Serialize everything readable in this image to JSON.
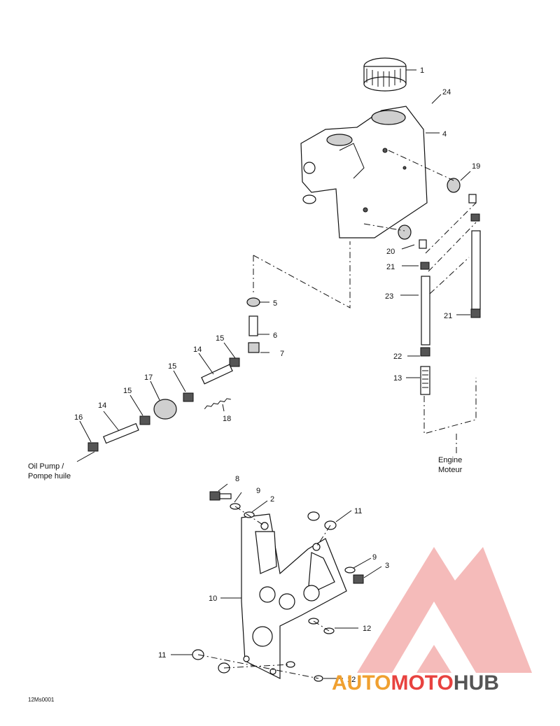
{
  "callouts": [
    {
      "id": "c1",
      "text": "1"
    },
    {
      "id": "c24",
      "text": "24"
    },
    {
      "id": "c4",
      "text": "4"
    },
    {
      "id": "c19",
      "text": "19"
    },
    {
      "id": "c20",
      "text": "20"
    },
    {
      "id": "c21a",
      "text": "21"
    },
    {
      "id": "c23",
      "text": "23"
    },
    {
      "id": "c21b",
      "text": "21"
    },
    {
      "id": "c5",
      "text": "5"
    },
    {
      "id": "c6",
      "text": "6"
    },
    {
      "id": "c7",
      "text": "7"
    },
    {
      "id": "c15a",
      "text": "15"
    },
    {
      "id": "c14a",
      "text": "14"
    },
    {
      "id": "c15b",
      "text": "15"
    },
    {
      "id": "c17",
      "text": "17"
    },
    {
      "id": "c15c",
      "text": "15"
    },
    {
      "id": "c14b",
      "text": "14"
    },
    {
      "id": "c16",
      "text": "16"
    },
    {
      "id": "c18",
      "text": "18"
    },
    {
      "id": "c22",
      "text": "22"
    },
    {
      "id": "c13",
      "text": "13"
    },
    {
      "id": "c8",
      "text": "8"
    },
    {
      "id": "c9a",
      "text": "9"
    },
    {
      "id": "c2",
      "text": "2"
    },
    {
      "id": "c11a",
      "text": "11"
    },
    {
      "id": "c9b",
      "text": "9"
    },
    {
      "id": "c3",
      "text": "3"
    },
    {
      "id": "c10",
      "text": "10"
    },
    {
      "id": "c12a",
      "text": "12"
    },
    {
      "id": "c11b",
      "text": "11"
    },
    {
      "id": "c12b",
      "text": "12"
    }
  ],
  "labels": {
    "oil_pump_line1": "Oil Pump /",
    "oil_pump_line2": "Pompe huile",
    "engine_line1": "Engine",
    "engine_line2": "Moteur",
    "drawing_code": "12Ms0001"
  },
  "watermark": {
    "part1": "AUTO",
    "part2": "MOTO",
    "part3": "HUB",
    "color_red": "#e8423f",
    "color_orange": "#f0a030",
    "color_gray": "#555555"
  }
}
